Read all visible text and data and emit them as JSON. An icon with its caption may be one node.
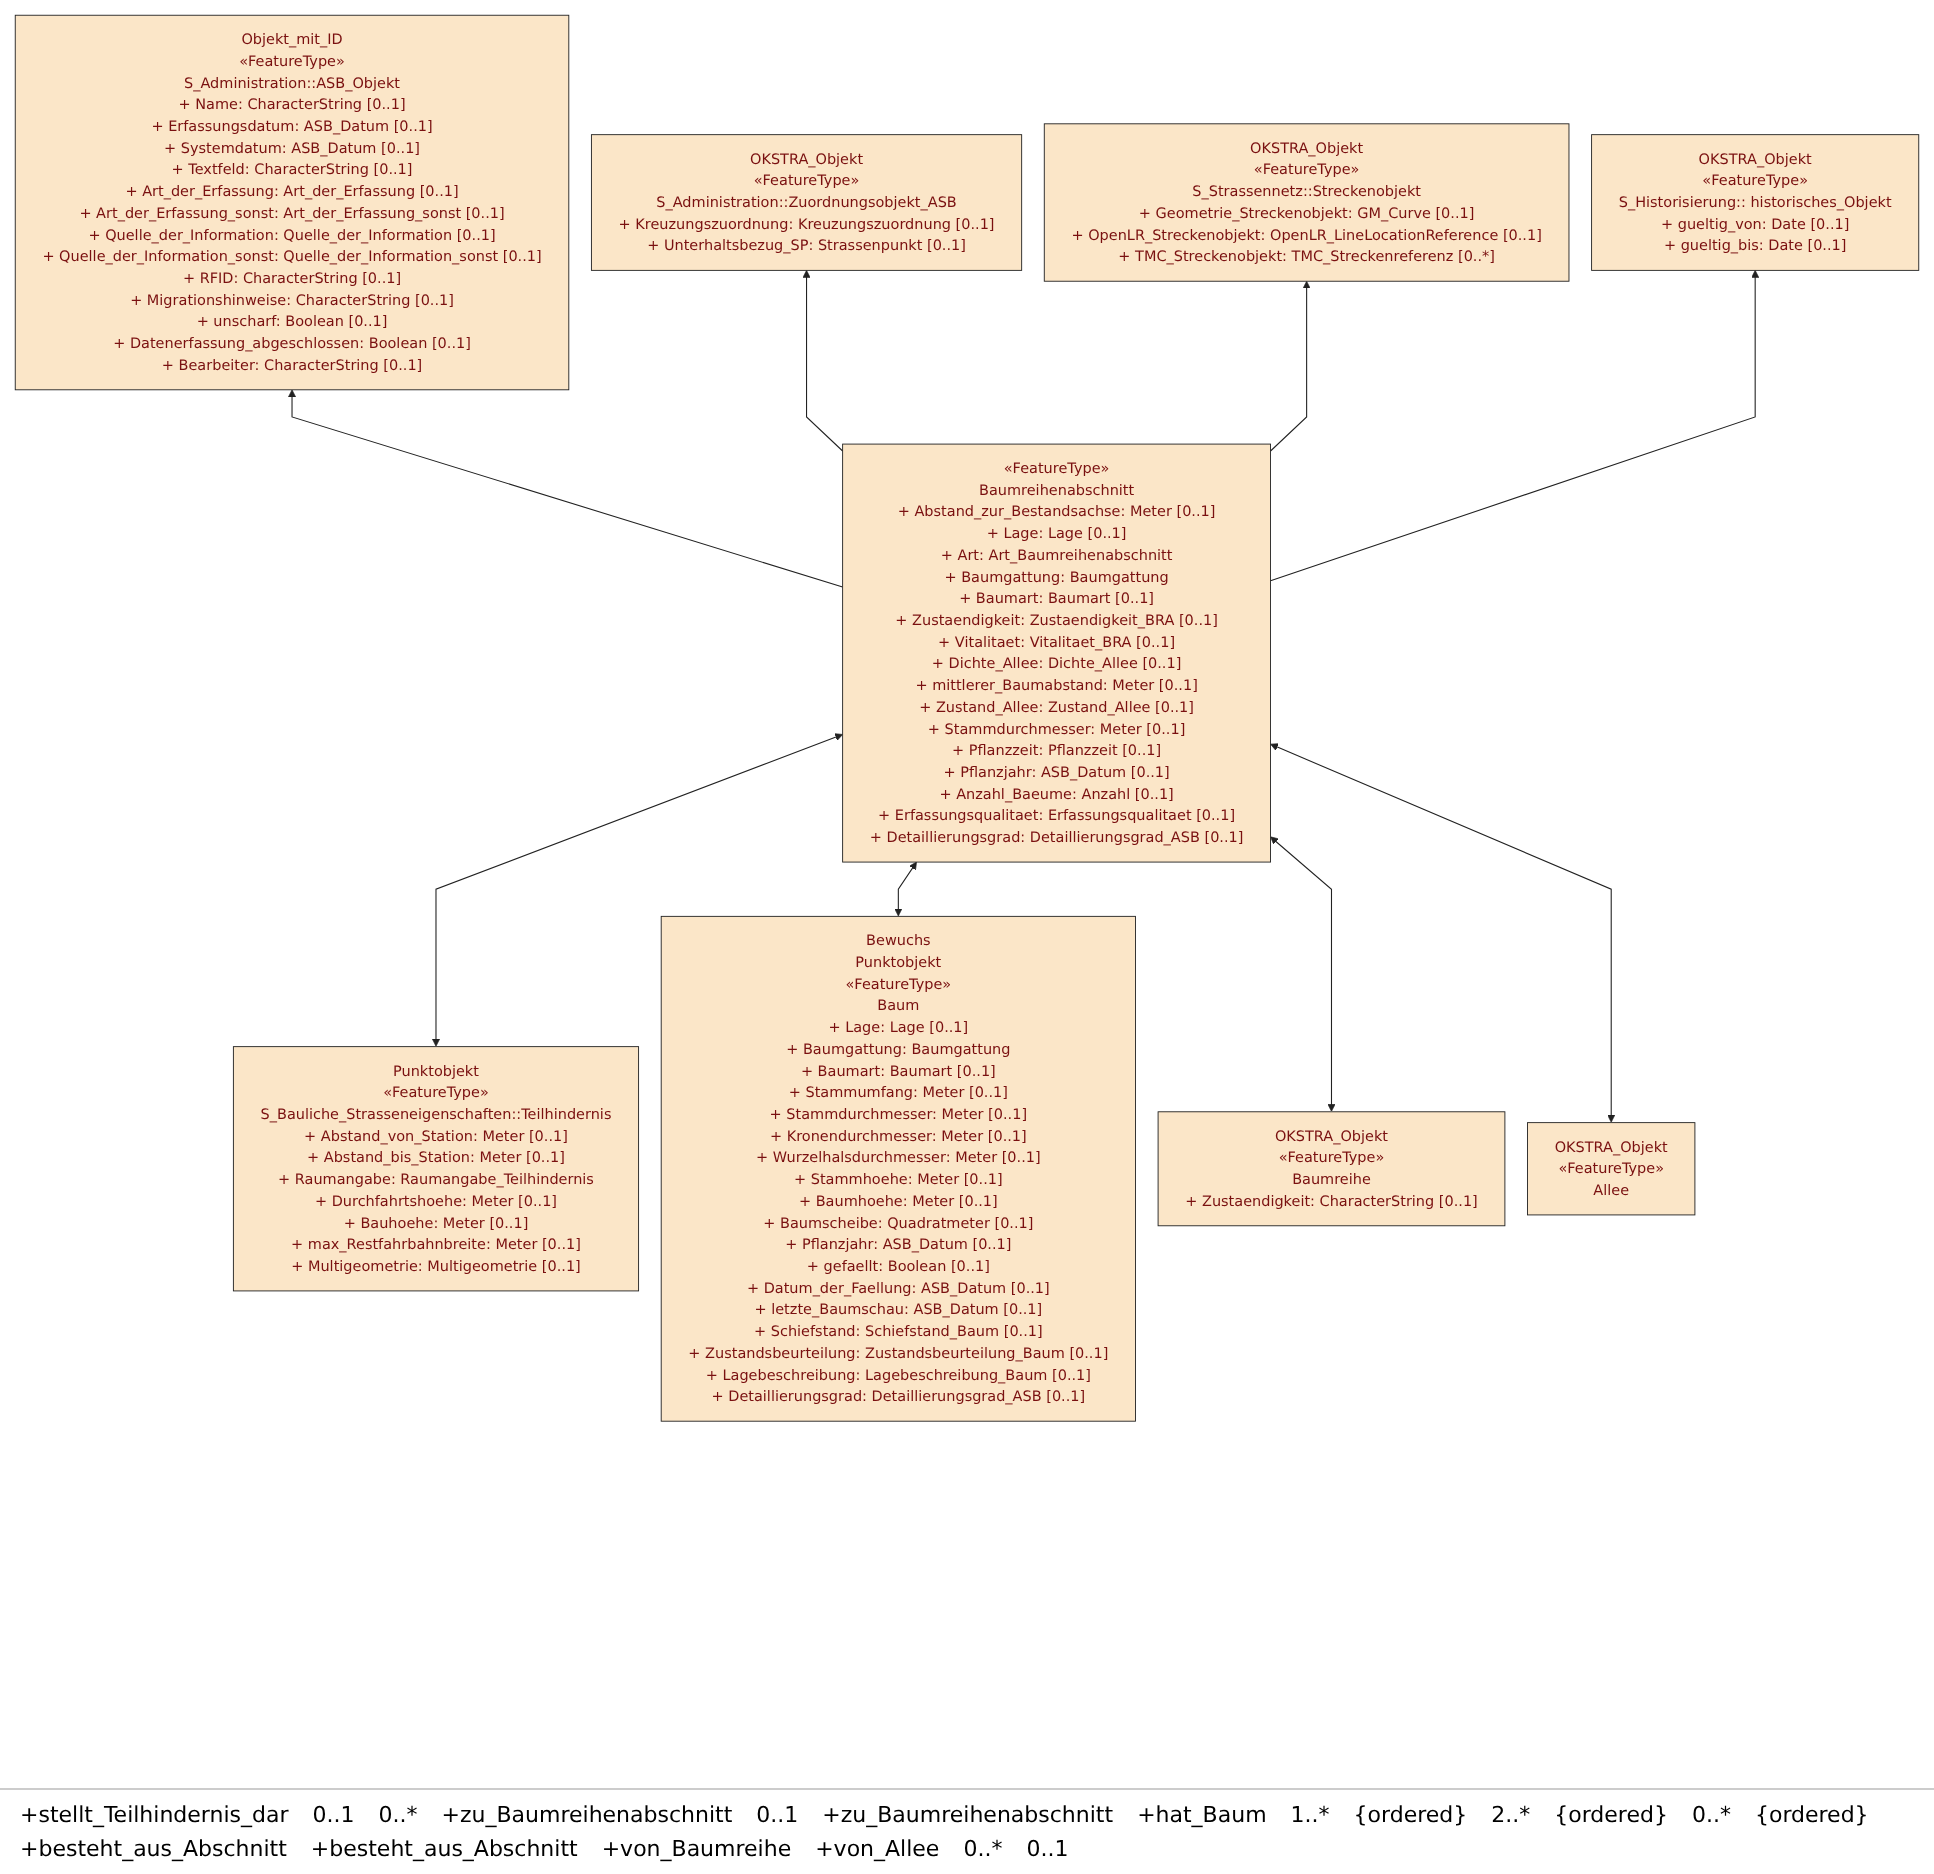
{
  "diagram": {
    "nodes": [
      {
        "text": [
          "Objekt_mit_ID",
          "«FeatureType»",
          "S_Administration::ASB_Objekt",
          "+ Name: CharacterString [0..1]",
          "+ Erfassungsdatum: ASB_Datum [0..1]",
          "+ Systemdatum: ASB_Datum [0..1]",
          "+ Textfeld: CharacterString [0..1]",
          "+ Art_der_Erfassung: Art_der_Erfassung [0..1]",
          "+ Art_der_Erfassung_sonst: Art_der_Erfassung_sonst [0..1]",
          "+ Quelle_der_Information: Quelle_der_Information [0..1]",
          "+ Quelle_der_Information_sonst: Quelle_der_Information_sonst [0..1]",
          "+ RFID: CharacterString [0..1]",
          "+ Migrationshinweise: CharacterString [0..1]",
          "+ unscharf: Boolean [0..1]",
          "+ Datenerfassung_abgeschlossen: Boolean [0..1]",
          "+ Bearbeiter: CharacterString [0..1]"
        ]
      },
      {
        "text": [
          "OKSTRA_Objekt",
          "«FeatureType»",
          "S_Administration::Zuordnungsobjekt_ASB",
          "+ Kreuzungszuordnung: Kreuzungszuordnung [0..1]",
          "+ Unterhaltsbezug_SP: Strassenpunkt [0..1]"
        ]
      },
      {
        "text": [
          "OKSTRA_Objekt",
          "«FeatureType»",
          "S_Strassennetz::Streckenobjekt",
          "+ Geometrie_Streckenobjekt: GM_Curve [0..1]",
          "+ OpenLR_Streckenobjekt: OpenLR_LineLocationReference [0..1]",
          "+ TMC_Streckenobjekt: TMC_Streckenreferenz [0..*]"
        ]
      },
      {
        "text": [
          "OKSTRA_Objekt",
          "«FeatureType»",
          "S_Historisierung:: historisches_Objekt",
          "+ gueltig_von: Date [0..1]",
          "+ gueltig_bis: Date [0..1]"
        ]
      },
      {
        "text": [
          "«FeatureType»",
          "Baumreihenabschnitt",
          "+ Abstand_zur_Bestandsachse: Meter [0..1]",
          "+ Lage: Lage [0..1]",
          "+ Art: Art_Baumreihenabschnitt",
          "+ Baumgattung: Baumgattung",
          "+ Baumart: Baumart [0..1]",
          "+ Zustaendigkeit: Zustaendigkeit_BRA [0..1]",
          "+ Vitalitaet: Vitalitaet_BRA [0..1]",
          "+ Dichte_Allee: Dichte_Allee [0..1]",
          "+ mittlerer_Baumabstand: Meter [0..1]",
          "+ Zustand_Allee: Zustand_Allee [0..1]",
          "+ Stammdurchmesser: Meter [0..1]",
          "+ Pflanzzeit: Pflanzzeit [0..1]",
          "+ Pflanzjahr: ASB_Datum [0..1]",
          "+ Anzahl_Baeume: Anzahl [0..1]",
          "+ Erfassungsqualitaet: Erfassungsqualitaet [0..1]",
          "+ Detaillierungsgrad: Detaillierungsgrad_ASB [0..1]"
        ]
      },
      {
        "text": [
          "Punktobjekt",
          "«FeatureType»",
          "S_Bauliche_Strasseneigenschaften::Teilhindernis",
          "+ Abstand_von_Station: Meter [0..1]",
          "+ Abstand_bis_Station: Meter [0..1]",
          "+ Raumangabe: Raumangabe_Teilhindernis",
          "+ Durchfahrtshoehe: Meter [0..1]",
          "+ Bauhoehe: Meter [0..1]",
          "+ max_Restfahrbahnbreite: Meter [0..1]",
          "+ Multigeometrie: Multigeometrie [0..1]"
        ]
      },
      {
        "text": [
          "Bewuchs",
          "Punktobjekt",
          "«FeatureType»",
          "Baum",
          "+ Lage: Lage [0..1]",
          "+ Baumgattung: Baumgattung",
          "+ Baumart: Baumart [0..1]",
          "+ Stammumfang: Meter [0..1]",
          "+ Stammdurchmesser: Meter [0..1]",
          "+ Kronendurchmesser: Meter [0..1]",
          "+ Wurzelhalsdurchmesser: Meter [0..1]",
          "+ Stammhoehe: Meter [0..1]",
          "+ Baumhoehe: Meter [0..1]",
          "+ Baumscheibe: Quadratmeter [0..1]",
          "+ Pflanzjahr: ASB_Datum [0..1]",
          "+ gefaellt: Boolean [0..1]",
          "+ Datum_der_Faellung: ASB_Datum [0..1]",
          "+ letzte_Baumschau: ASB_Datum [0..1]",
          "+ Schiefstand: Schiefstand_Baum [0..1]",
          "+ Zustandsbeurteilung: Zustandsbeurteilung_Baum [0..1]",
          "+ Lagebeschreibung: Lagebeschreibung_Baum [0..1]",
          "+ Detaillierungsgrad: Detaillierungsgrad_ASB [0..1]"
        ]
      },
      {
        "text": [
          "OKSTRA_Objekt",
          "«FeatureType»",
          "Baumreihe",
          "+ Zustaendigkeit: CharacterString [0..1]"
        ]
      },
      {
        "text": [
          "OKSTRA_Objekt",
          "«FeatureType»",
          "Allee"
        ]
      }
    ],
    "edges": [
      {
        "from": 4,
        "to": 0,
        "arrow": "to"
      },
      {
        "from": 4,
        "to": 1,
        "arrow": "to"
      },
      {
        "from": 4,
        "to": 2,
        "arrow": "to"
      },
      {
        "from": 4,
        "to": 3,
        "arrow": "to"
      },
      {
        "from": 4,
        "to": 5,
        "arrow": "both"
      },
      {
        "from": 4,
        "to": 6,
        "arrow": "both"
      },
      {
        "from": 4,
        "to": 7,
        "arrow": "both"
      },
      {
        "from": 4,
        "to": 8,
        "arrow": "both"
      }
    ],
    "labels": [
      "+stellt_Teilhindernis_dar",
      "0..1",
      "0..*",
      "+zu_Baumreihenabschnitt",
      "0..1",
      "+zu_Baumreihenabschnitt",
      "+hat_Baum",
      "1..*",
      "{ordered}",
      "2..*",
      "{ordered}",
      "0..*",
      "{ordered}",
      "+besteht_aus_Abschnitt",
      "+besteht_aus_Abschnitt",
      "+von_Baumreihe",
      "+von_Allee",
      "0..*",
      "0..1"
    ]
  }
}
